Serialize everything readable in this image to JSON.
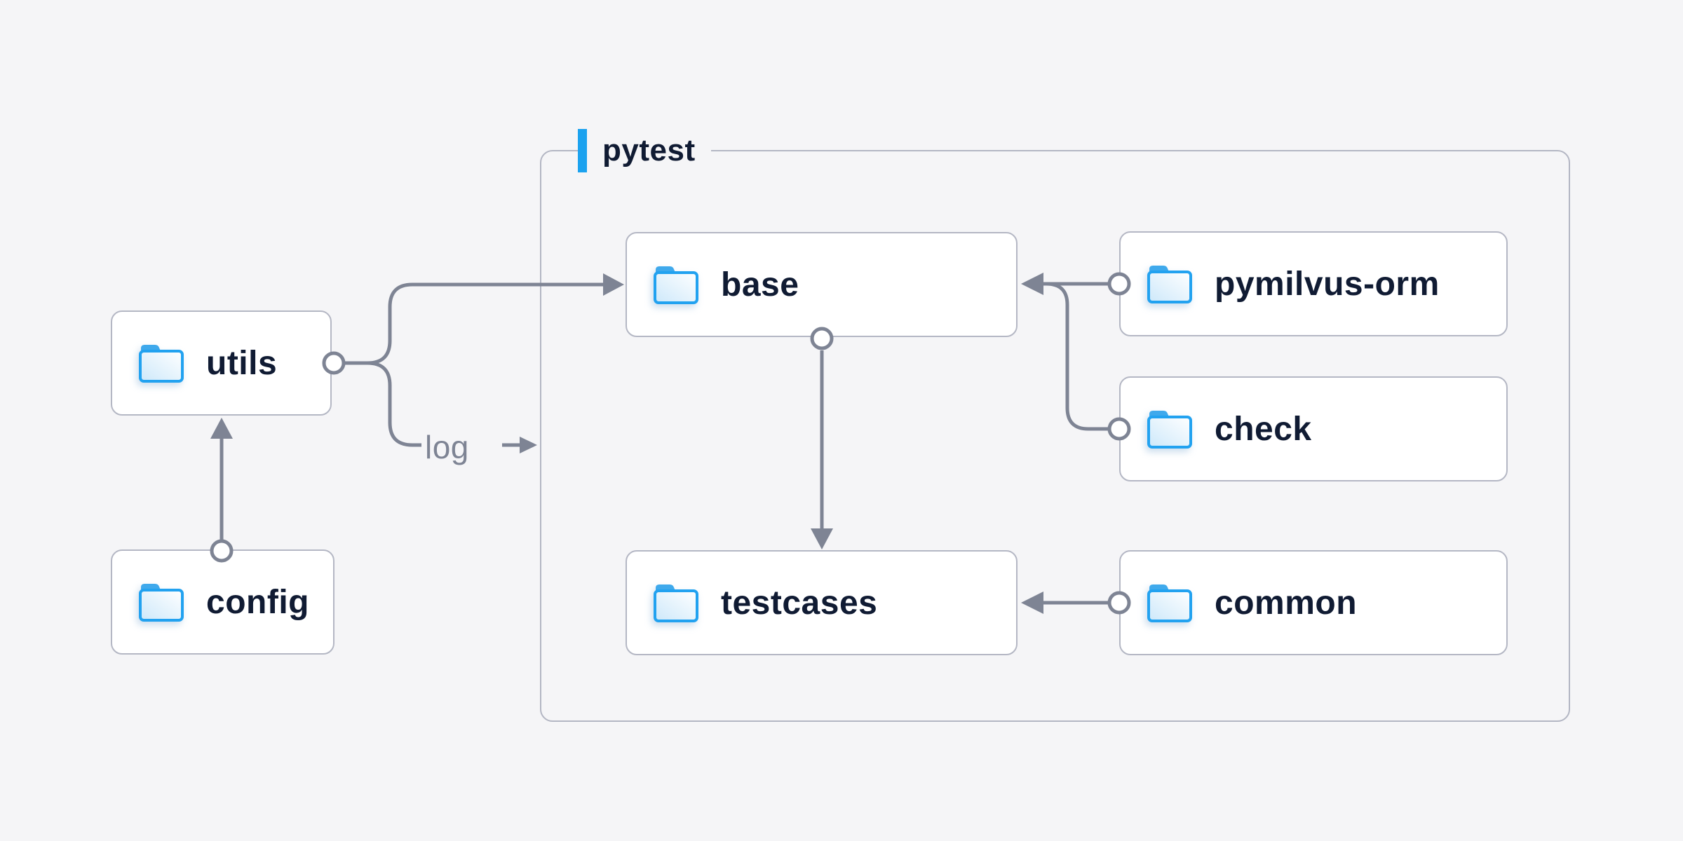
{
  "diagram": {
    "container": {
      "label": "pytest"
    },
    "nodes": {
      "utils": {
        "label": "utils",
        "icon": "folder-icon"
      },
      "config": {
        "label": "config",
        "icon": "folder-icon"
      },
      "base": {
        "label": "base",
        "icon": "folder-icon"
      },
      "pymilvus_orm": {
        "label": "pymilvus-orm",
        "icon": "folder-icon"
      },
      "check": {
        "label": "check",
        "icon": "folder-icon"
      },
      "testcases": {
        "label": "testcases",
        "icon": "folder-icon"
      },
      "common": {
        "label": "common",
        "icon": "folder-icon"
      }
    },
    "edge_label_log": "log",
    "edges": [
      {
        "from": "utils",
        "to": "base",
        "marker": "circle-to-arrow"
      },
      {
        "from": "utils",
        "to": "log",
        "marker": "circle-to-label-arrow"
      },
      {
        "from": "config",
        "to": "utils",
        "marker": "circle-to-arrow"
      },
      {
        "from": "base",
        "to": "testcases",
        "marker": "circle-to-arrow"
      },
      {
        "from": "pymilvus-orm",
        "to": "base",
        "marker": "circle-to-arrow"
      },
      {
        "from": "check",
        "to": "base",
        "marker": "circle-to-arrow"
      },
      {
        "from": "common",
        "to": "testcases",
        "marker": "circle-to-arrow"
      }
    ],
    "colors": {
      "background": "#f5f5f7",
      "node_fill": "#ffffff",
      "node_border": "#b4b7c4",
      "container_border": "#b3b6c3",
      "connector": "#7e8494",
      "text": "#101b33",
      "accent_blue": "#1ba2ef",
      "folder_border": "#22a2f0",
      "folder_tab": "#3fa9ec",
      "folder_fill_light": "#ffffff",
      "folder_fill_dark": "#cde8fa"
    }
  }
}
